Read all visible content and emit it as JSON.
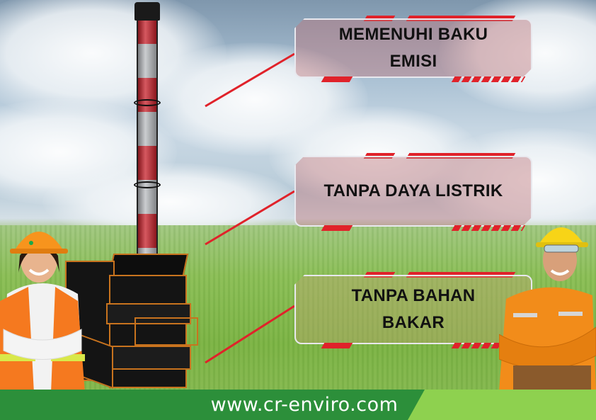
{
  "callouts": [
    {
      "line1": "MEMENUHI BAKU",
      "line2": "EMISI"
    },
    {
      "line1": "TANPA DAYA LISTRIK",
      "line2": ""
    },
    {
      "line1": "TANPA BAHAN",
      "line2": "BAKAR"
    }
  ],
  "footer": {
    "url": "www.cr-enviro.com"
  },
  "colors": {
    "accent_red": "#e0222a",
    "footer_dark": "#2c8f3a",
    "footer_light": "#8ed14f",
    "frame_orange": "#c8731e",
    "chimney_red": "#c8202a",
    "chimney_grey": "#b9bcc0"
  },
  "icons": [
    "hard-hat-icon",
    "chimney-icon",
    "incinerator-icon"
  ]
}
